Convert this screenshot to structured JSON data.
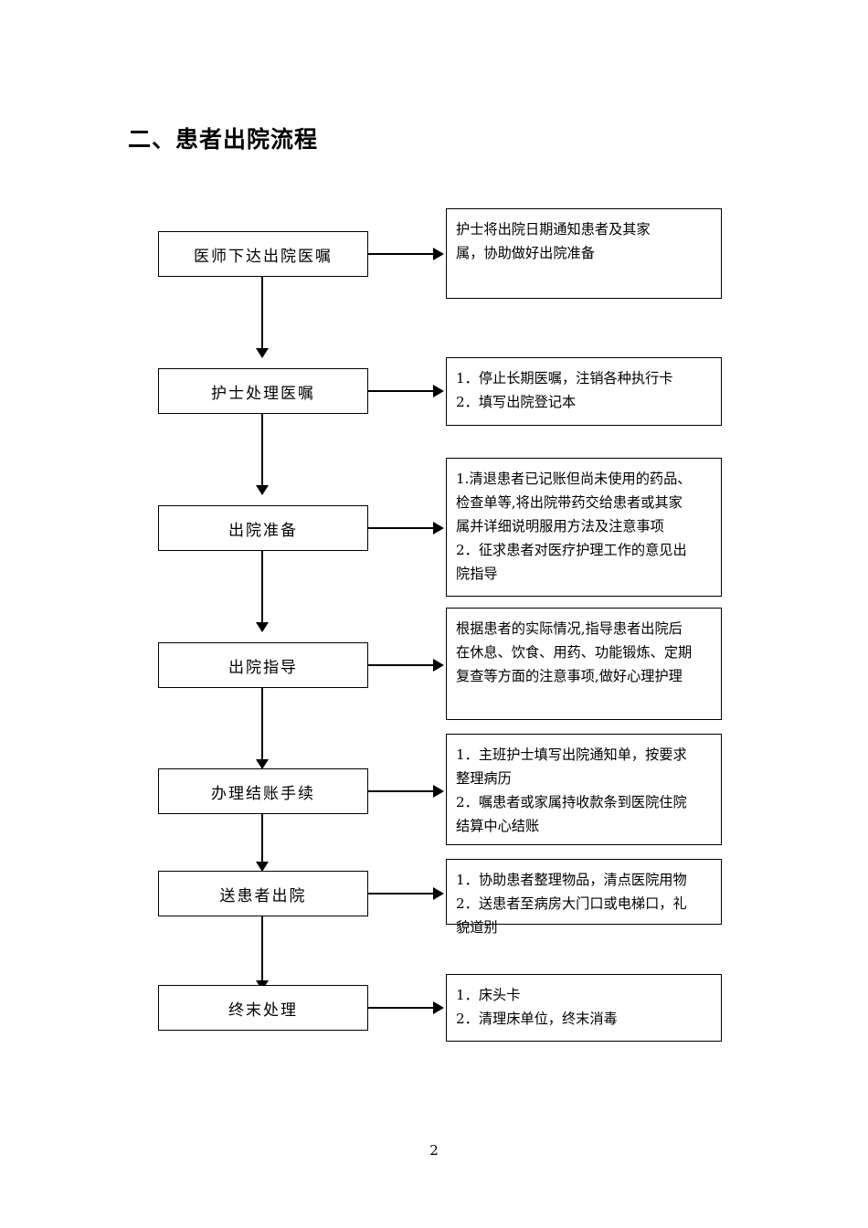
{
  "document": {
    "title": "二、患者出院流程",
    "page_number": "2",
    "background_color": "#ffffff",
    "line_color": "#000000"
  },
  "flowchart": {
    "type": "vertical-process-flow",
    "steps": [
      {
        "id": "step-1",
        "label": "医师下达出院医嘱",
        "detail_lines": [
          "护士将出院日期通知患者及其家",
          "属，协助做好出院准备"
        ]
      },
      {
        "id": "step-2",
        "label": "护士处理医嘱",
        "detail_lines": [
          "1．停止长期医嘱，注销各种执行卡",
          "2．填写出院登记本"
        ]
      },
      {
        "id": "step-3",
        "label": "出院准备",
        "detail_lines": [
          "1.清退患者已记账但尚未使用的药品、",
          "检查单等,将出院带药交给患者或其家",
          "属并详细说明服用方法及注意事项",
          "2．征求患者对医疗护理工作的意见出",
          "院指导"
        ]
      },
      {
        "id": "step-4",
        "label": "出院指导",
        "detail_lines": [
          "根据患者的实际情况,指导患者出院后",
          "在休息、饮食、用药、功能锻炼、定期",
          "复查等方面的注意事项,做好心理护理"
        ]
      },
      {
        "id": "step-5",
        "label": "办理结账手续",
        "detail_lines": [
          "1．主班护士填写出院通知单，按要求",
          "整理病历",
          "2．嘱患者或家属持收款条到医院住院",
          "结算中心结账"
        ]
      },
      {
        "id": "step-6",
        "label": "送患者出院",
        "detail_lines": [
          "1．协助患者整理物品，清点医院用物",
          "2．送患者至病房大门口或电梯口，礼",
          "貌道别"
        ]
      },
      {
        "id": "step-7",
        "label": "终末处理",
        "detail_lines": [
          "1．床头卡",
          "2．清理床单位，终末消毒"
        ]
      }
    ]
  }
}
